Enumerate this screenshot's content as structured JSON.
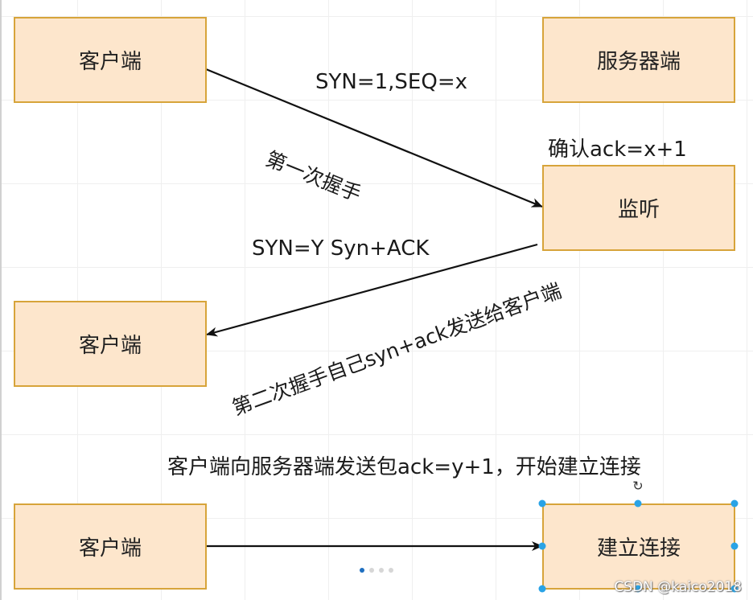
{
  "nodes": {
    "client_1": "客户端",
    "server": "服务器端",
    "listen": "监听",
    "client_2": "客户端",
    "client_3": "客户端",
    "establish": "建立连接"
  },
  "labels": {
    "syn_seq": "SYN=1,SEQ=x",
    "first_handshake": "第一次握手",
    "confirm_ack": "确认ack=x+1",
    "syn_ack": "SYN=Y Syn+ACK",
    "second_handshake": "第二次握手自己syn+ack发送给客户端",
    "third_step": "客户端向服务器端发送包ack=y+1，开始建立连接"
  },
  "page_indicator": {
    "total": 4,
    "active": 1
  },
  "watermark": "CSDN @kaico2018",
  "colors": {
    "node_fill": "#fde6cc",
    "node_border": "#d7a43a",
    "selection_handle": "#29a3e6",
    "arrow": "#111111"
  }
}
